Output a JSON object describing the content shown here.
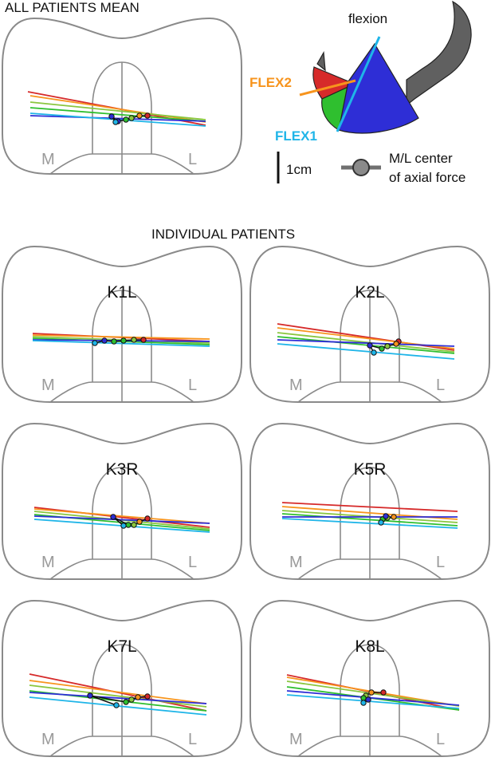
{
  "top": {
    "title": "ALL PATIENTS MEAN",
    "medial_label": "M",
    "lateral_label": "L"
  },
  "legend": {
    "flexion_label": "flexion",
    "flex2_label": "FLEX2",
    "flex1_label": "FLEX1",
    "scale_label": "1cm",
    "marker_label_line1": "M/L center",
    "marker_label_line2": "of axial force"
  },
  "colors": {
    "red": "#d62a2a",
    "orange": "#f7941d",
    "green": "#2fbf2f",
    "light_green": "#8ac63f",
    "blue": "#2e2ed6",
    "cyan": "#1fb5e8",
    "gray": "#606060",
    "outline": "#8a8a8a"
  },
  "individual": {
    "title": "INDIVIDUAL PATIENTS",
    "medial_label": "M",
    "lateral_label": "L",
    "patients": [
      {
        "id": "K1L"
      },
      {
        "id": "K2L"
      },
      {
        "id": "K3R"
      },
      {
        "id": "K5R"
      },
      {
        "id": "K7L"
      },
      {
        "id": "K8L"
      }
    ]
  }
}
